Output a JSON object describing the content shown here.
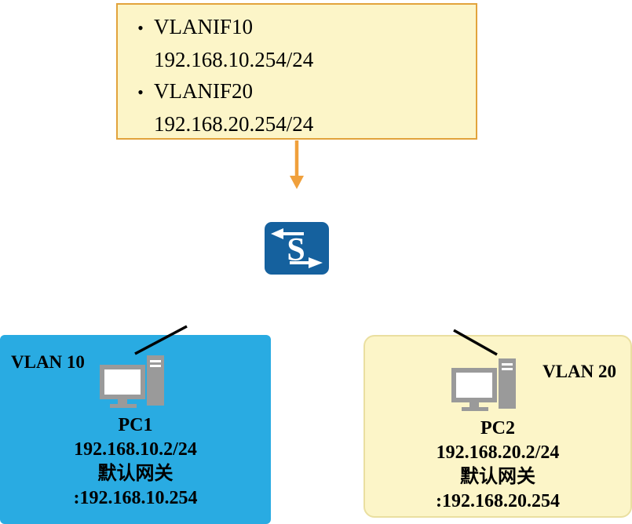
{
  "callout": {
    "bullet": "•",
    "items": [
      {
        "name": "VLANIF10",
        "ip": "192.168.10.254/24"
      },
      {
        "name": "VLANIF20",
        "ip": "192.168.20.254/24"
      }
    ]
  },
  "switch": {
    "label": "S"
  },
  "groups": [
    {
      "title": "VLAN 10",
      "pc": "PC1",
      "ip": "192.168.10.2/24",
      "gateway_label": "默认网关",
      "gateway": ":192.168.10.254"
    },
    {
      "title": "VLAN 20",
      "pc": "PC2",
      "ip": "192.168.20.2/24",
      "gateway_label": "默认网关",
      "gateway": ":192.168.20.254"
    }
  ],
  "colors": {
    "callout_bg": "#FCF5C8",
    "callout_border": "#E2A33C",
    "arrow_orange": "#F0A03C",
    "switch_blue": "#15619E",
    "vlan10_bg": "#29ABE2",
    "vlan20_bg": "#FCF5C8",
    "pc_icon_gray": "#9A9A9A",
    "line_black": "#000000"
  }
}
